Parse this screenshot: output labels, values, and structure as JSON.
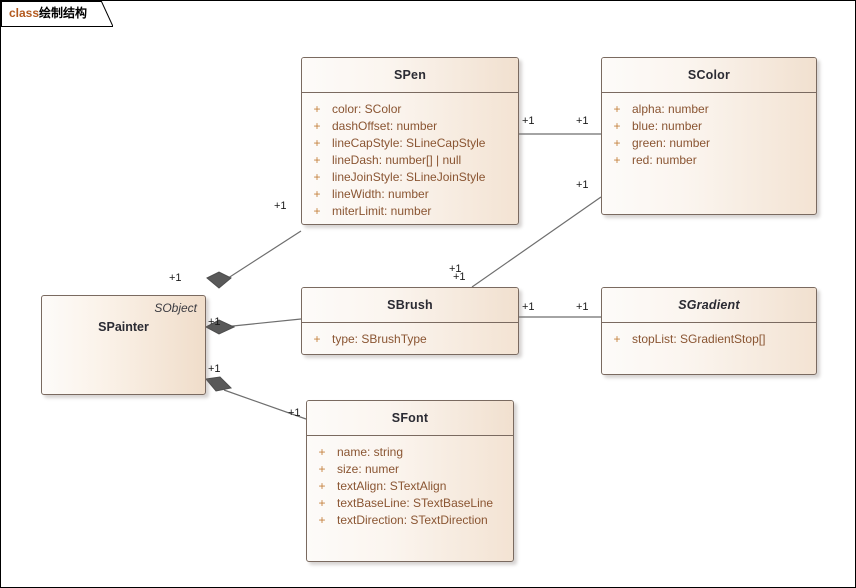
{
  "frame": {
    "keyword": "class",
    "name": "绘制结构"
  },
  "diagram": {
    "type": "uml-class-diagram",
    "colors": {
      "box_border": "#7a6a60",
      "box_fill_light": "#fdfbf9",
      "box_fill_dark": "#f1e0cf",
      "attribute_text": "#8a5532",
      "visibility_marker": "#c4813d",
      "class_name_text": "#2b2b33",
      "connector_line": "#6e6e6e",
      "diamond_fill": "#595959",
      "tab_keyword": "#b35a1f",
      "page_border": "#000000"
    },
    "classes": [
      {
        "id": "spainter",
        "name": "SPainter",
        "stereotype": "SObject",
        "abstract": false,
        "attributes": []
      },
      {
        "id": "spen",
        "name": "SPen",
        "abstract": false,
        "attributes": [
          {
            "visibility": "+",
            "text": "color: SColor"
          },
          {
            "visibility": "+",
            "text": "dashOffset: number"
          },
          {
            "visibility": "+",
            "text": "lineCapStyle: SLineCapStyle"
          },
          {
            "visibility": "+",
            "text": "lineDash: number[] | null"
          },
          {
            "visibility": "+",
            "text": "lineJoinStyle: SLineJoinStyle"
          },
          {
            "visibility": "+",
            "text": "lineWidth: number"
          },
          {
            "visibility": "+",
            "text": "miterLimit: number"
          }
        ]
      },
      {
        "id": "scolor",
        "name": "SColor",
        "abstract": false,
        "attributes": [
          {
            "visibility": "+",
            "text": "alpha: number"
          },
          {
            "visibility": "+",
            "text": "blue: number"
          },
          {
            "visibility": "+",
            "text": "green: number"
          },
          {
            "visibility": "+",
            "text": "red: number"
          }
        ]
      },
      {
        "id": "sbrush",
        "name": "SBrush",
        "abstract": false,
        "attributes": [
          {
            "visibility": "+",
            "text": "type: SBrushType"
          }
        ]
      },
      {
        "id": "sgradient",
        "name": "SGradient",
        "abstract": true,
        "attributes": [
          {
            "visibility": "+",
            "text": "stopList: SGradientStop[]"
          }
        ]
      },
      {
        "id": "sfont",
        "name": "SFont",
        "abstract": false,
        "attributes": [
          {
            "visibility": "+",
            "text": "name: string"
          },
          {
            "visibility": "+",
            "text": "size: numer"
          },
          {
            "visibility": "+",
            "text": "textAlign: STextAlign"
          },
          {
            "visibility": "+",
            "text": "textBaseLine: STextBaseLine"
          },
          {
            "visibility": "+",
            "text": "textDirection: STextDirection"
          }
        ]
      }
    ],
    "associations": [
      {
        "id": "spainter-spen",
        "from": "SPainter",
        "to": "SPen",
        "kind": "composition",
        "source_mult": "+1",
        "target_mult": "+1"
      },
      {
        "id": "spainter-sbrush",
        "from": "SPainter",
        "to": "SBrush",
        "kind": "composition",
        "source_mult": "+1",
        "target_mult": "+1"
      },
      {
        "id": "spainter-sfont",
        "from": "SPainter",
        "to": "SFont",
        "kind": "composition",
        "source_mult": "+1",
        "target_mult": "+1"
      },
      {
        "id": "spen-scolor",
        "from": "SPen",
        "to": "SColor",
        "kind": "association",
        "source_mult": "+1",
        "target_mult": "+1"
      },
      {
        "id": "sbrush-scolor",
        "from": "SBrush",
        "to": "SColor",
        "kind": "association",
        "source_mult": "+1",
        "target_mult": "+1"
      },
      {
        "id": "sbrush-sgradient",
        "from": "SBrush",
        "to": "SGradient",
        "kind": "association",
        "source_mult": "+1",
        "target_mult": "+1"
      }
    ],
    "multiplicity_labels": [
      {
        "id": "m-spen-left",
        "text": "+1"
      },
      {
        "id": "m-spen-right",
        "text": "+1"
      },
      {
        "id": "m-scolor-left",
        "text": "+1"
      },
      {
        "id": "m-scolor-bottom",
        "text": "+1"
      },
      {
        "id": "m-sbrush-topright",
        "text": "+1"
      },
      {
        "id": "m-painter-top",
        "text": "+1"
      },
      {
        "id": "m-painter-mid",
        "text": "+1"
      },
      {
        "id": "m-painter-bottom",
        "text": "+1"
      },
      {
        "id": "m-sbrush-right",
        "text": "+1"
      },
      {
        "id": "m-sgradient-left",
        "text": "+1"
      },
      {
        "id": "m-sfont-left",
        "text": "+1"
      }
    ]
  }
}
